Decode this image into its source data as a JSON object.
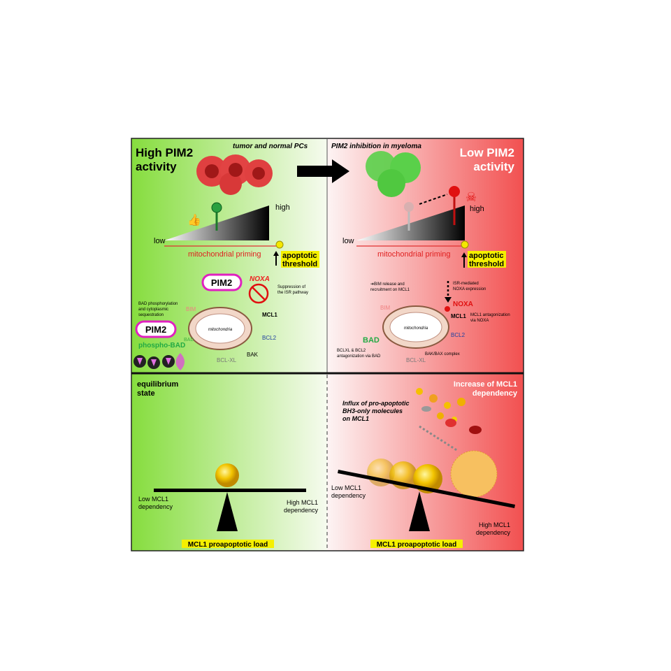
{
  "top_left": {
    "title_line1": "High PIM2",
    "title_line2": "activity",
    "subtitle": "tumor and normal PCs",
    "scale_low": "low",
    "scale_high": "high",
    "priming_label": "mitochondrial priming",
    "threshold_line1": "apoptotic",
    "threshold_line2": "threshold",
    "pim2_label": "PIM2",
    "noxa_label": "NOXA",
    "isr_line1": "Suppression of",
    "isr_line2": "the ISR pathway",
    "bad_phos_line1": "BAD phosphorylation",
    "bad_phos_line2": "and cytoplasmic",
    "bad_phos_line3": "sequestration",
    "pim2_label_2": "PIM2",
    "phospho_bad": "phospho-BAD",
    "bim": "BIM",
    "mcl1": "MCL1",
    "mito": "mitochondria",
    "bad": "BAD",
    "bcl2": "BCL2",
    "bclxl": "BCL-XL",
    "bak": "BAK"
  },
  "top_right": {
    "title_line1": "Low PIM2",
    "title_line2": "activity",
    "subtitle": "PIM2 inhibition in myeloma",
    "scale_low": "low",
    "scale_high": "high",
    "priming_label": "mitochondrial priming",
    "threshold_line1": "apoptotic",
    "threshold_line2": "threshold",
    "bim_release_line1": "➔BIM release and",
    "bim_release_line2": "recruitment on MCL1",
    "isr_line1": "ISR-mediated",
    "isr_line2": "NOXA expression",
    "noxa": "NOXA",
    "mcl1": "MCL1",
    "mcl1_antag_line1": "MCL1 antagonization",
    "mcl1_antag_line2": "via NOXA",
    "bim": "BIM",
    "mito": "mitochondria",
    "bad": "BAD",
    "bcl2": "BCL2",
    "bclxl": "BCL-XL",
    "bakbax": "BAK/BAX complex",
    "bclxl_antag_line1": "BCLXL & BCL2",
    "bclxl_antag_line2": "antagonization via BAD"
  },
  "bottom_left": {
    "title_line1": "equilibrium",
    "title_line2": "state",
    "low_line1": "Low MCL1",
    "low_line2": "dependency",
    "high_line1": "High MCL1",
    "high_line2": "dependency",
    "load_label": "MCL1 proapoptotic load"
  },
  "bottom_right": {
    "title_line1": "Increase of MCL1",
    "title_line2": "dependency",
    "influx_line1": "Influx of pro-apoptotic",
    "influx_line2": "BH3-only molecules",
    "influx_line3": "on MCL1",
    "low_line1": "Low MCL1",
    "low_line2": "dependency",
    "high_line1": "High MCL1",
    "high_line2": "dependency",
    "load_label": "MCL1 proapoptotic load"
  },
  "colors": {
    "green": "#7ddc3a",
    "red": "#f25555",
    "magenta": "#e020c0",
    "highlight": "#f5f000"
  }
}
